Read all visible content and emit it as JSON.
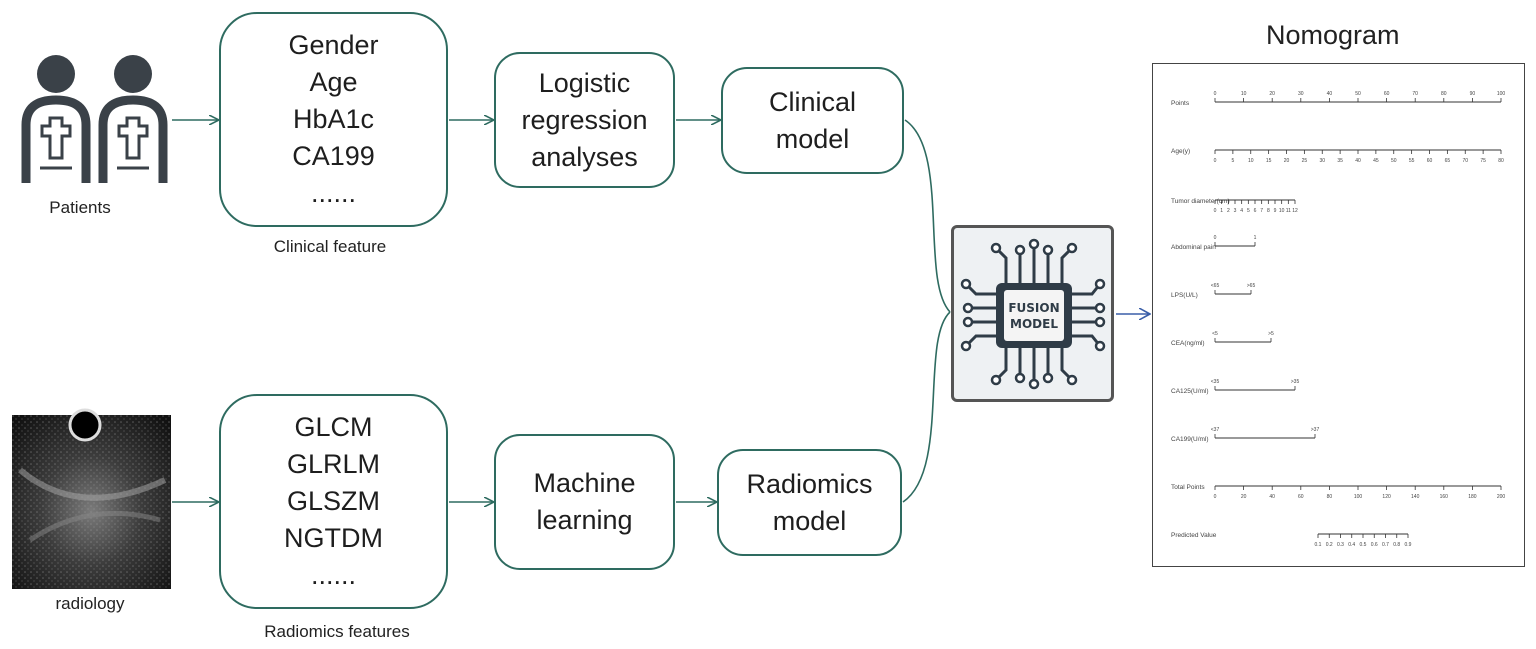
{
  "inputs": {
    "patients_caption": "Patients",
    "radiology_caption": "radiology"
  },
  "clinical": {
    "features": [
      "Gender",
      "Age",
      "HbA1c",
      "CA199",
      "......"
    ],
    "features_caption": "Clinical feature",
    "analysis": [
      "Logistic",
      "regression",
      "analyses"
    ],
    "model": [
      "Clinical",
      "model"
    ]
  },
  "radiomics": {
    "features": [
      "GLCM",
      "GLRLM",
      "GLSZM",
      "NGTDM",
      "......"
    ],
    "features_caption": "Radiomics features",
    "analysis": [
      "Machine",
      "learning"
    ],
    "model": [
      "Radiomics",
      "model"
    ]
  },
  "fusion": {
    "label_line1": "FUSION",
    "label_line2": "MODEL"
  },
  "nomogram": {
    "title": "Nomogram",
    "rows": [
      {
        "label": "Points",
        "ticks": [
          "0",
          "10",
          "20",
          "30",
          "40",
          "50",
          "60",
          "70",
          "80",
          "90",
          "100"
        ]
      },
      {
        "label": "Age(y)",
        "ticks": [
          "0",
          "5",
          "10",
          "15",
          "20",
          "25",
          "30",
          "35",
          "40",
          "45",
          "50",
          "55",
          "60",
          "65",
          "70",
          "75",
          "80"
        ]
      },
      {
        "label": "Tumor diameter(cm)",
        "ticks": [
          "0",
          "1",
          "2",
          "3",
          "4",
          "5",
          "6",
          "7",
          "8",
          "9",
          "10",
          "11",
          "12"
        ]
      },
      {
        "label": "Abdominal pain",
        "ticks": [
          "0",
          "1"
        ]
      },
      {
        "label": "LPS(U/L)",
        "ticks": [
          "<65",
          ">65"
        ]
      },
      {
        "label": "CEA(ng/ml)",
        "ticks": [
          "<5",
          ">5"
        ]
      },
      {
        "label": "CA125(U/ml)",
        "ticks": [
          "<35",
          ">35"
        ]
      },
      {
        "label": "CA199(U/ml)",
        "ticks": [
          "<37",
          ">37"
        ]
      },
      {
        "label": "Total Points",
        "ticks": [
          "0",
          "20",
          "40",
          "60",
          "80",
          "100",
          "120",
          "140",
          "160",
          "180",
          "200"
        ]
      },
      {
        "label": "Predicted Value",
        "ticks": [
          "0.1",
          "0.2",
          "0.3",
          "0.4",
          "0.5",
          "0.6",
          "0.7",
          "0.8",
          "0.9"
        ]
      }
    ]
  }
}
